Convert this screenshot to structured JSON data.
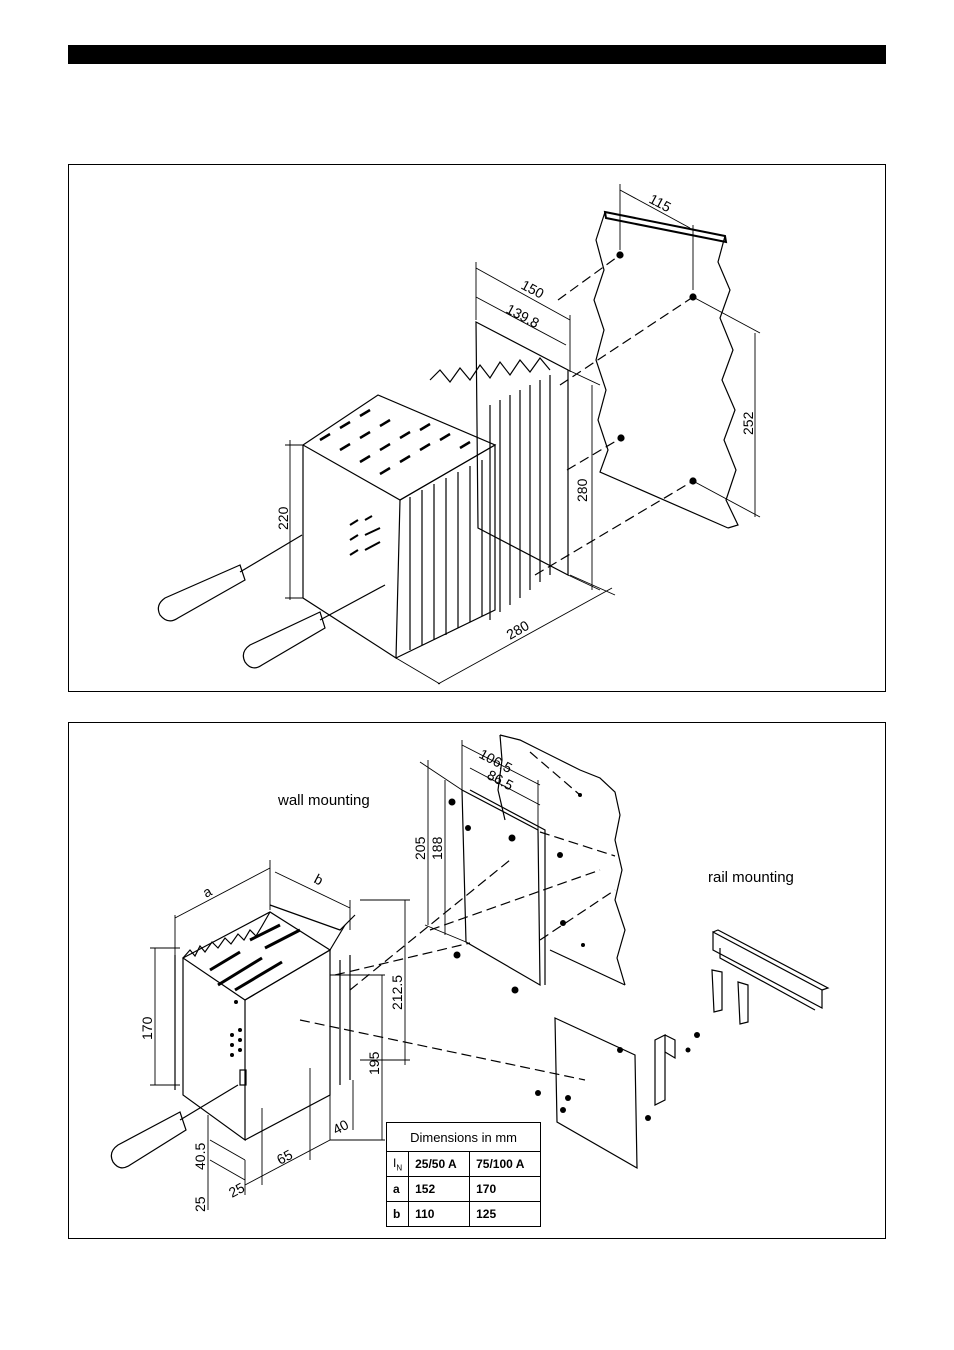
{
  "diagram1": {
    "dimensions": {
      "d115": "115",
      "d150": "150",
      "d139_8": "139.8",
      "d252": "252",
      "d280_height": "280",
      "d220": "220",
      "d280_depth": "280"
    }
  },
  "diagram2": {
    "labels": {
      "wall_mounting": "wall mounting",
      "rail_mounting": "rail mounting"
    },
    "dimensions": {
      "d106_5": "106.5",
      "d86_5": "86.5",
      "d205": "205",
      "d188": "188",
      "a": "a",
      "b": "b",
      "d170": "170",
      "d212_5": "212.5",
      "d195": "195",
      "d40": "40",
      "d40_5": "40.5",
      "d65": "65",
      "d25_h": "25",
      "d25_v": "25"
    },
    "table": {
      "title": "Dimensions in mm",
      "header_symbol": "I",
      "header_sub": "N",
      "columns": [
        "25/50 A",
        "75/100 A"
      ],
      "rows": [
        {
          "label": "a",
          "values": [
            "152",
            "170"
          ]
        },
        {
          "label": "b",
          "values": [
            "110",
            "125"
          ]
        }
      ]
    }
  }
}
